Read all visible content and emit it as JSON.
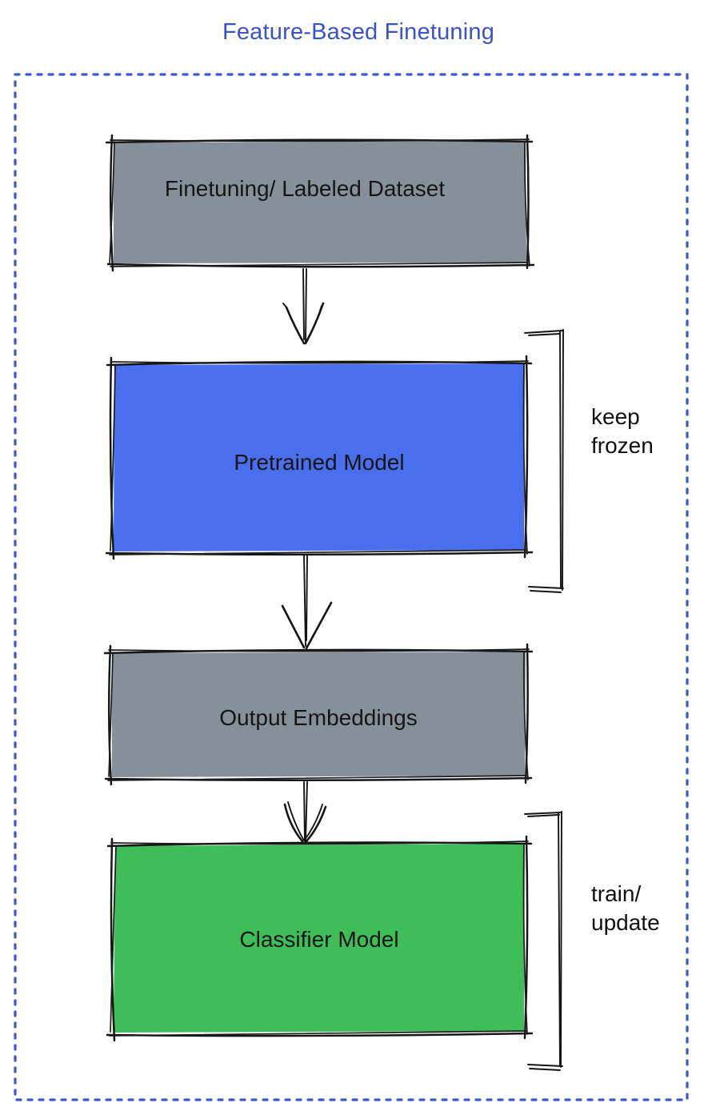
{
  "title": "Feature-Based Finetuning",
  "diagram": {
    "boxes": [
      {
        "label": "Finetuning/ Labeled Dataset",
        "fill": "#879098"
      },
      {
        "label": "Pretrained Model",
        "fill": "#4a6fee"
      },
      {
        "label": "Output Embeddings",
        "fill": "#879098"
      },
      {
        "label": "Classifier Model",
        "fill": "#3fbd58"
      }
    ],
    "annotations": [
      {
        "lines": [
          "keep",
          "frozen"
        ]
      },
      {
        "lines": [
          "train/",
          "update"
        ]
      }
    ],
    "colors": {
      "accent_blue": "#3b53c9",
      "border_blue": "#3c56cd",
      "stroke": "#161616",
      "label": "#151515"
    }
  }
}
